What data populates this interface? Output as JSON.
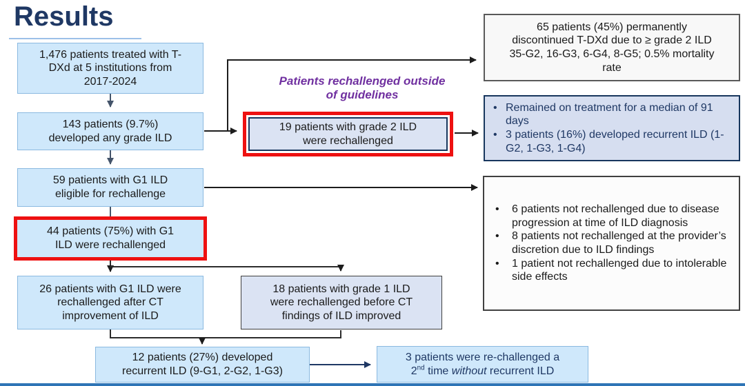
{
  "slide": {
    "title": "Results"
  },
  "colors": {
    "title_navy": "#1f3864",
    "box_blue_fill": "#cfe8fb",
    "box_blue_border": "#8ab9e0",
    "box_lavender_fill": "#dbe3f3",
    "lavender_border_navy": "#17365d",
    "highlight_red": "#ee1111",
    "annotation_purple": "#7030a0",
    "footer_bar_blue": "#2e75b6",
    "arrow_slate": "#44546a",
    "arrow_black": "#111111",
    "arrow_navy": "#1f3864"
  },
  "flow": {
    "treated": {
      "lines": [
        "1,476 patients treated with T-",
        "DXd at 5 institutions from",
        "2017-2024"
      ]
    },
    "developed_ild": {
      "lines": [
        "143 patients (9.7%)",
        "developed any grade ILD"
      ]
    },
    "eligible": {
      "lines": [
        "59 patients with G1 ILD",
        "eligible for rechallenge"
      ]
    },
    "rechallenged_g1": {
      "lines": [
        "44 patients (75%) with G1",
        "ILD were rechallenged"
      ]
    },
    "rechallenged_after_ct": {
      "lines": [
        "26 patients with G1 ILD were",
        "rechallenged after CT",
        "improvement of ILD"
      ]
    },
    "rechallenged_before_ct": {
      "lines": [
        "18 patients with grade 1 ILD",
        "were rechallenged before CT",
        "findings of ILD improved"
      ]
    },
    "recurrent_ild": {
      "lines": [
        "12 patients (27%) developed",
        "recurrent ILD (9-G1, 2-G2, 1-G3)"
      ]
    },
    "outside_guidelines_box": {
      "lines": [
        "19 patients with grade 2 ILD",
        "were rechallenged"
      ]
    },
    "second_rechallenge": {
      "line1": "3 patients were re-challenged a",
      "line2_num": "2",
      "line2_sup": "nd",
      "line2_mid": " time ",
      "line2_italic": "without",
      "line2_end": " recurrent ILD"
    }
  },
  "annotation": {
    "lines": [
      "Patients rechallenged outside",
      "of guidelines"
    ]
  },
  "right": {
    "discontinued": {
      "lines": [
        "65 patients (45%) permanently",
        "discontinued T-DXd due to ≥ grade 2 ILD",
        "35-G2, 16-G3, 6-G4, 8-G5; 0.5% mortality",
        "rate"
      ]
    },
    "outcome_g2": {
      "bullets": [
        "Remained on treatment for a median of 91 days",
        "3 patients (16%) developed recurrent ILD (1-G2, 1-G3, 1-G4)"
      ]
    },
    "not_rechallenged": {
      "bullets": [
        "6 patients not rechallenged due to disease progression at time of ILD diagnosis",
        "8 patients not rechallenged at the provider’s discretion due to ILD findings",
        "1 patient not rechallenged due to intolerable side effects"
      ]
    }
  }
}
